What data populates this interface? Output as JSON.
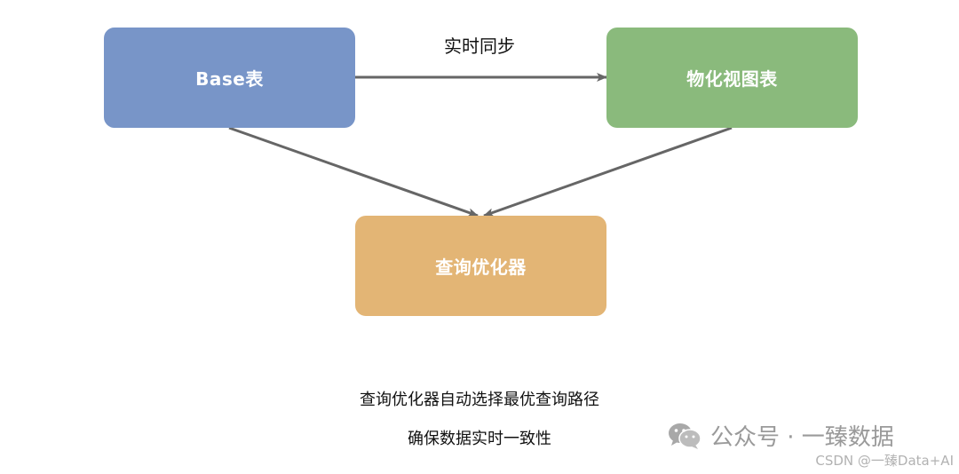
{
  "colors": {
    "base_fill": "#7895c8",
    "mv_fill": "#8aba7c",
    "opt_fill": "#e3b575",
    "arrow": "#666666"
  },
  "nodes": {
    "base": "Base表",
    "materialized_view": "物化视图表",
    "optimizer": "查询优化器"
  },
  "edges": {
    "base_to_mv_label": "实时同步"
  },
  "notes": [
    "查询优化器自动选择最优查询路径",
    "确保数据实时一致性"
  ],
  "watermark": {
    "icon": "wechat-icon",
    "main": "公众号 · 一臻数据",
    "sub": "CSDN @一臻Data+AI"
  }
}
